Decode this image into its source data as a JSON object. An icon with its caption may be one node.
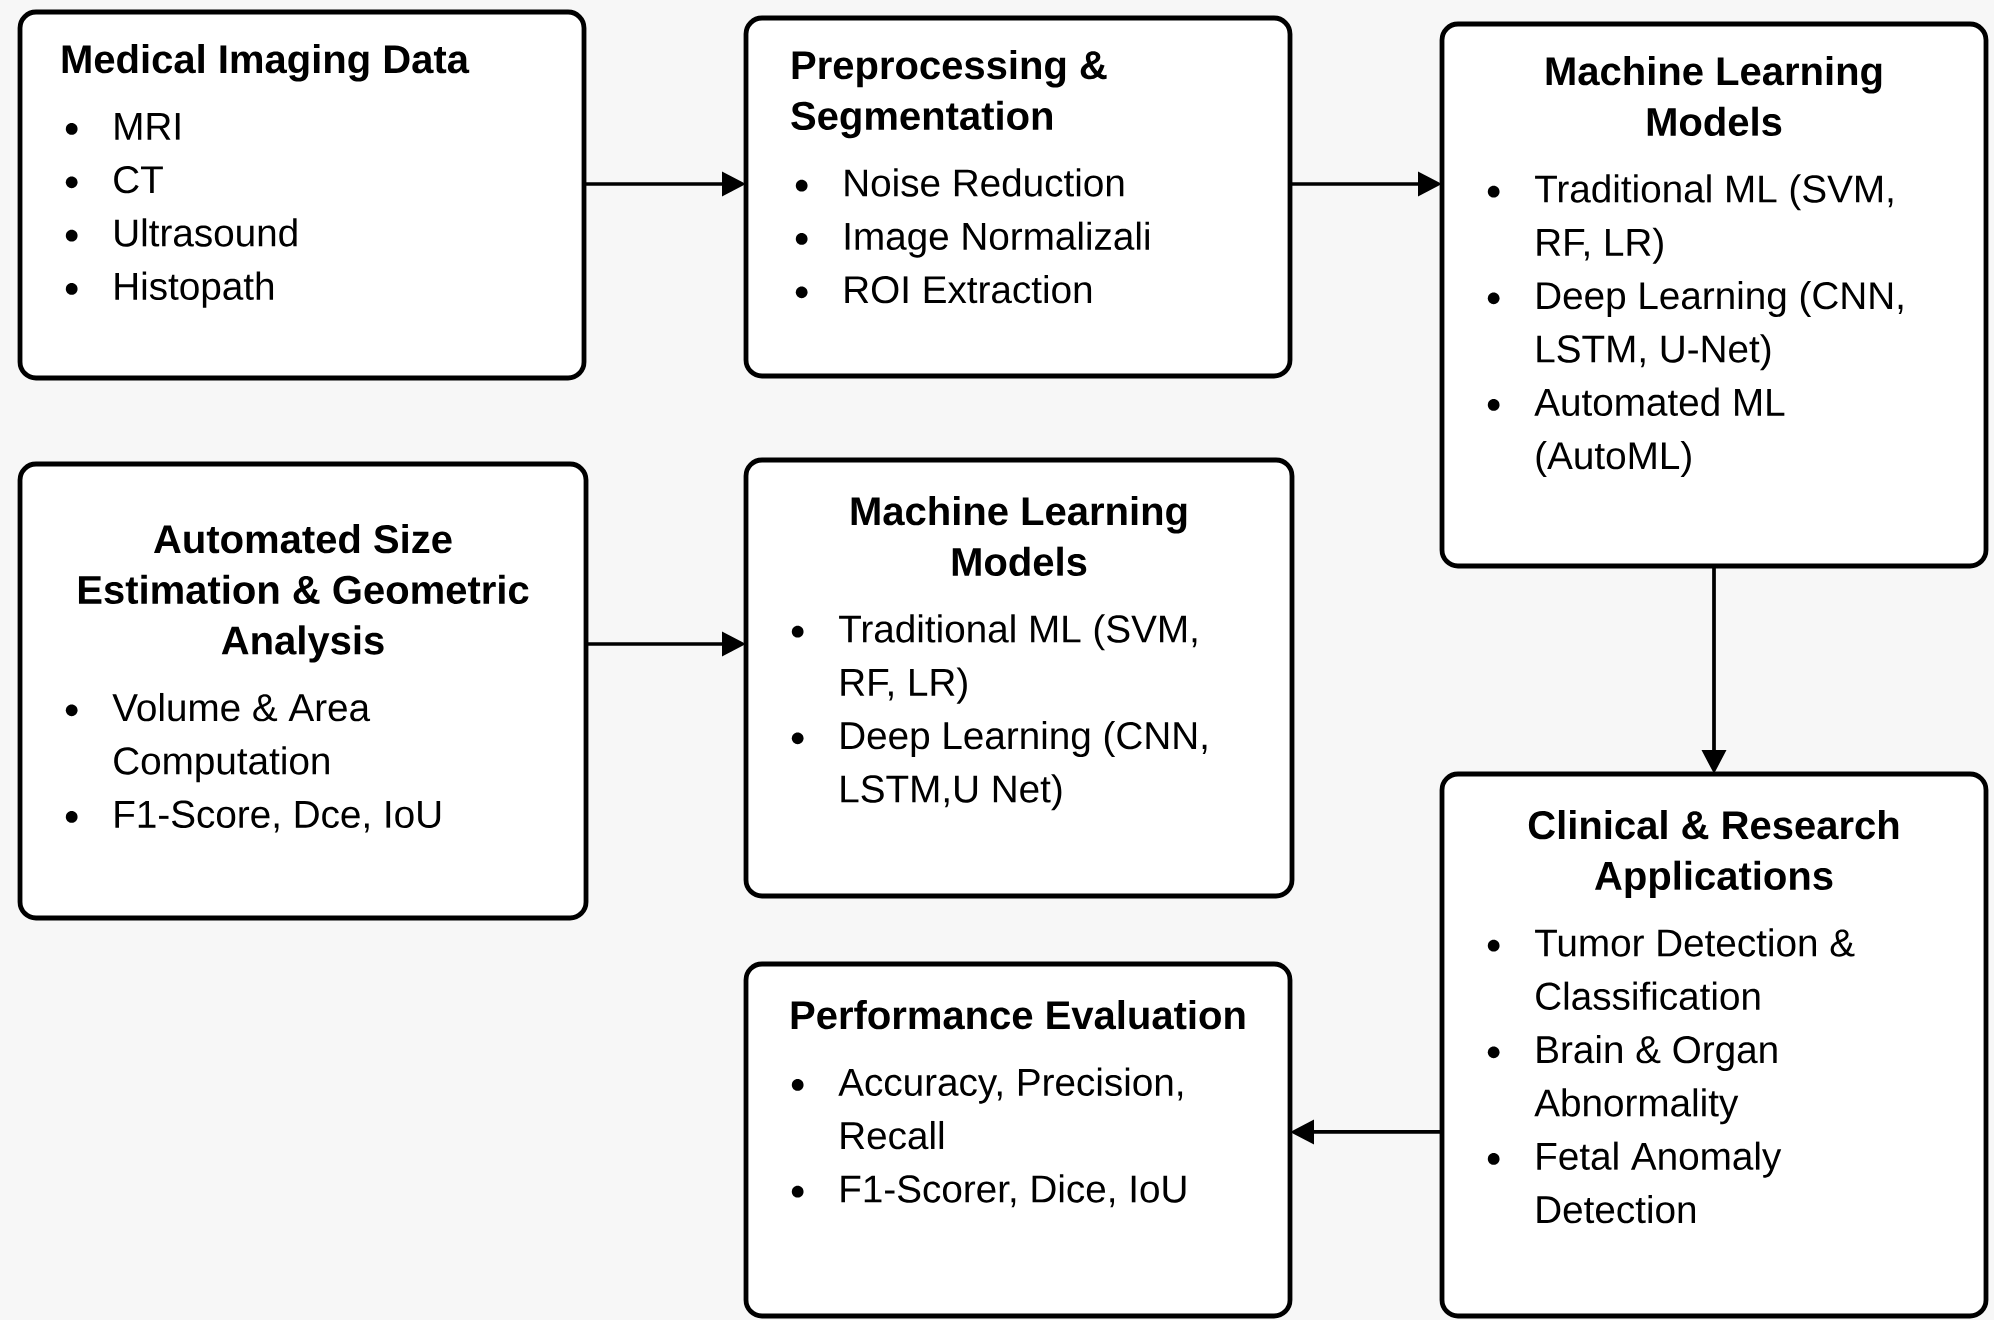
{
  "diagram": {
    "nodes": [
      {
        "text": [
          "Medical Imaging Data",
          "MRI",
          "CT",
          "Ultrasound",
          "Histopath"
        ]
      },
      {
        "text": [
          "Preprocessing & Segmentation",
          "Noise Reduction",
          "Image Normalizali",
          "ROI Extraction"
        ]
      },
      {
        "text": [
          "Machine Learning Models",
          "Traditional ML (SVM, RF, LR)",
          "Deep Learning (CNN, LSTM, U-Net)",
          "Automated ML (AutoML)"
        ]
      },
      {
        "text": [
          "Automated Size Estimation & Geometric Analysis",
          "Volume & Area Computation",
          "F1-Score, Dce, IoU"
        ]
      },
      {
        "text": [
          "Machine Learning Models",
          "Traditional ML (SVM, RF, LR)",
          "Deep Learning (CNN, LSTM,U Net)"
        ]
      },
      {
        "text": [
          "Clinical & Research Applications",
          "Tumor Detection & Classification",
          "Brain & Organ Abnormality",
          "Fetal Anomaly Detection"
        ]
      },
      {
        "text": [
          "Performance Evaluation",
          "Accuracy, Precision, Recall",
          "F1-Scorer, Dice, IoU"
        ]
      }
    ],
    "edges": [
      {
        "from": 0,
        "to": 1,
        "arrow": "to"
      },
      {
        "from": 1,
        "to": 2,
        "arrow": "to"
      },
      {
        "from": 3,
        "to": 4,
        "arrow": "to"
      },
      {
        "from": 2,
        "to": 5,
        "arrow": "to"
      },
      {
        "from": 5,
        "to": 6,
        "arrow": "to"
      }
    ]
  }
}
